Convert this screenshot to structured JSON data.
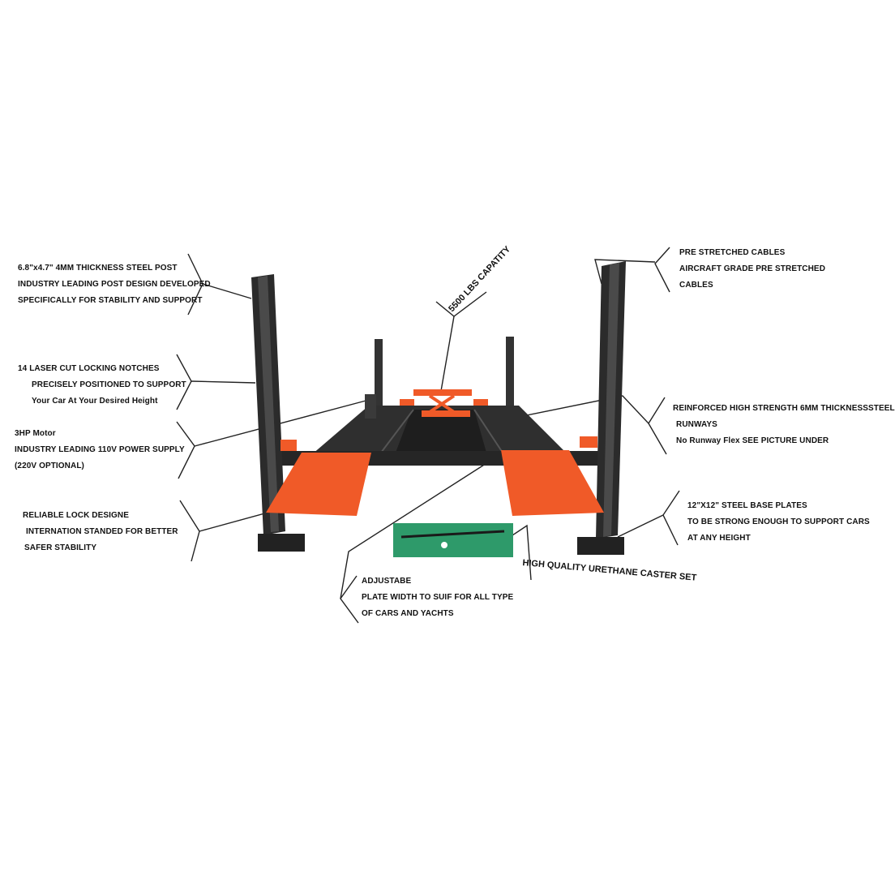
{
  "callouts": {
    "post": [
      "6.8\"x4.7\" 4MM  THICKNESS STEEL POST",
      "INDUSTRY LEADING POST DESIGN DEVELOPED",
      "SPECIFICALLY FOR STABILITY AND SUPPORT"
    ],
    "notches": [
      "14 LASER CUT LOCKING NOTCHES",
      "PRECISELY POSITIONED TO SUPPORT",
      "Your Car At Your Desired Height"
    ],
    "motor": [
      "3HP Motor",
      "INDUSTRY LEADING 110V POWER SUPPLY",
      "(220V OPTIONAL)"
    ],
    "lock": [
      "RELIABLE LOCK DESIGNE",
      "INTERNATION STANDED FOR BETTER",
      "SAFER STABILITY"
    ],
    "cables": [
      "PRE STRETCHED CABLES",
      "AIRCRAFT GRADE PRE STRETCHED",
      "CABLES"
    ],
    "runways": [
      "REINFORCED HIGH STRENGTH 6MM THICKNESSSTEEL",
      "RUNWAYS",
      "No Runway Flex SEE PICTURE UNDER"
    ],
    "base_plates": [
      "12\"X12\" STEEL BASE PLATES",
      "TO BE STRONG  ENOUGH TO SUPPORT CARS",
      "AT ANY HEIGHT"
    ],
    "adjustable": [
      "ADJUSTABE",
      "PLATE WIDTH TO SUIF FOR ALL TYPE",
      "OF CARS AND YACHTS"
    ]
  },
  "capacity_label": "5500 LBS CAPATITY",
  "caster_label": "HIGH QUALITY URETHANE CASTER SET",
  "colors": {
    "frame": "#2b2b2b",
    "frame_highlight": "#4a4a4a",
    "accent_orange": "#f05a28",
    "caster_green": "#2e9a6a",
    "leader_line": "#222222"
  }
}
